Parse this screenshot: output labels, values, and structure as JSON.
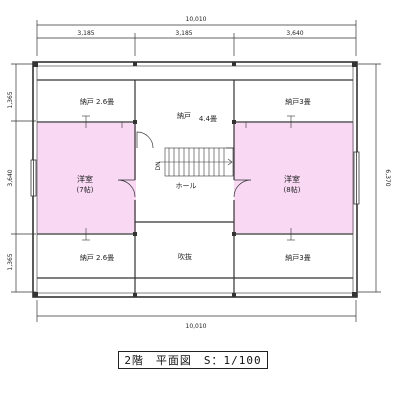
{
  "dimensions": {
    "top_total": "10,010",
    "top_segments": [
      "3,185",
      "3,185",
      "3,640"
    ],
    "bottom_total": "10,010",
    "left_segments": [
      "1,365",
      "3,640",
      "1,365"
    ],
    "right_total": "6,370"
  },
  "rooms": {
    "storage_top_left": "納戸 2.6畳",
    "storage_top_center_name": "納戸",
    "storage_top_center_size": "4.4畳",
    "storage_top_right": "納戸3畳",
    "western_left_name": "洋室",
    "western_left_size": "(7帖)",
    "western_right_name": "洋室",
    "western_right_size": "(8帖)",
    "hall": "ホール",
    "stair_mark": "DN",
    "storage_bottom_left": "納戸 2.6畳",
    "void": "吹抜",
    "storage_bottom_right": "納戸3畳"
  },
  "colors": {
    "western_room_fill": "#f9d8f4",
    "wall": "#333333"
  },
  "title": "2階　平面図　S：1/100"
}
